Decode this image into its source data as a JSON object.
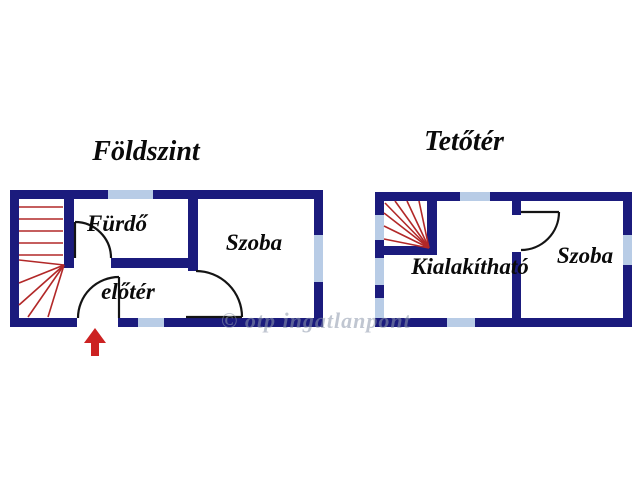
{
  "colors": {
    "wall": "#1b1b7d",
    "window": "#b8cce6",
    "stair_red": "#b22828",
    "door_black": "#141414",
    "arrow_red": "#cc2222",
    "text": "#0a0a0a",
    "watermark": "#8e99ad"
  },
  "floors": [
    {
      "title": "Földszint",
      "rooms": [
        {
          "label": "Fürdő"
        },
        {
          "label": "Szoba"
        },
        {
          "label": "előtér"
        }
      ]
    },
    {
      "title": "Tetőtér",
      "rooms": [
        {
          "label": "Kialakítható"
        },
        {
          "label": "Szoba"
        }
      ]
    }
  ],
  "watermark": {
    "text": "© otp ingatlanpont"
  }
}
